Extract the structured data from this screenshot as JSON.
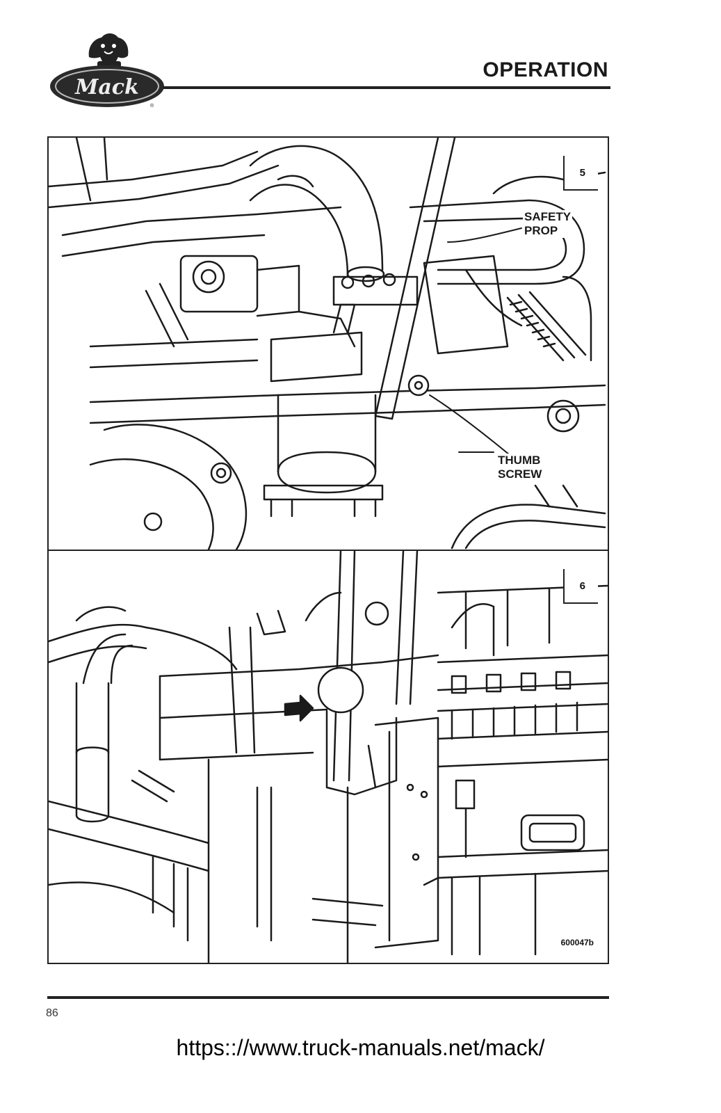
{
  "header": {
    "logo_text": "Mack",
    "section_title": "OPERATION"
  },
  "figures": [
    {
      "number": "5",
      "callouts": [
        {
          "line1": "SAFETY",
          "line2": "PROP"
        },
        {
          "line1": "THUMB",
          "line2": "SCREW"
        }
      ]
    },
    {
      "number": "6",
      "code": "600047b"
    }
  ],
  "footer": {
    "page_number": "86",
    "source_url": "https:://www.truck-manuals.net/mack/"
  }
}
